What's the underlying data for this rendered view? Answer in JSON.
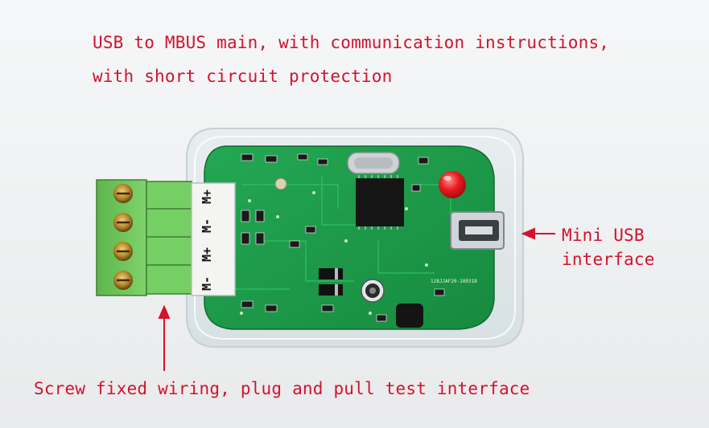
{
  "captions": {
    "main_line1": "USB to MBUS main, with communication instructions,",
    "main_line2": "with short circuit protection",
    "usb_line1": "Mini USB",
    "usb_line2": "interface",
    "terminal": "Screw fixed wiring, plug and pull test interface"
  },
  "terminal_labels": [
    "M-",
    "M+",
    "M-",
    "M+"
  ],
  "colors": {
    "caption": "#d2122e",
    "pcb": "#1f9a4a",
    "terminal_block": "#6cc75a",
    "led": "#e8191f"
  }
}
